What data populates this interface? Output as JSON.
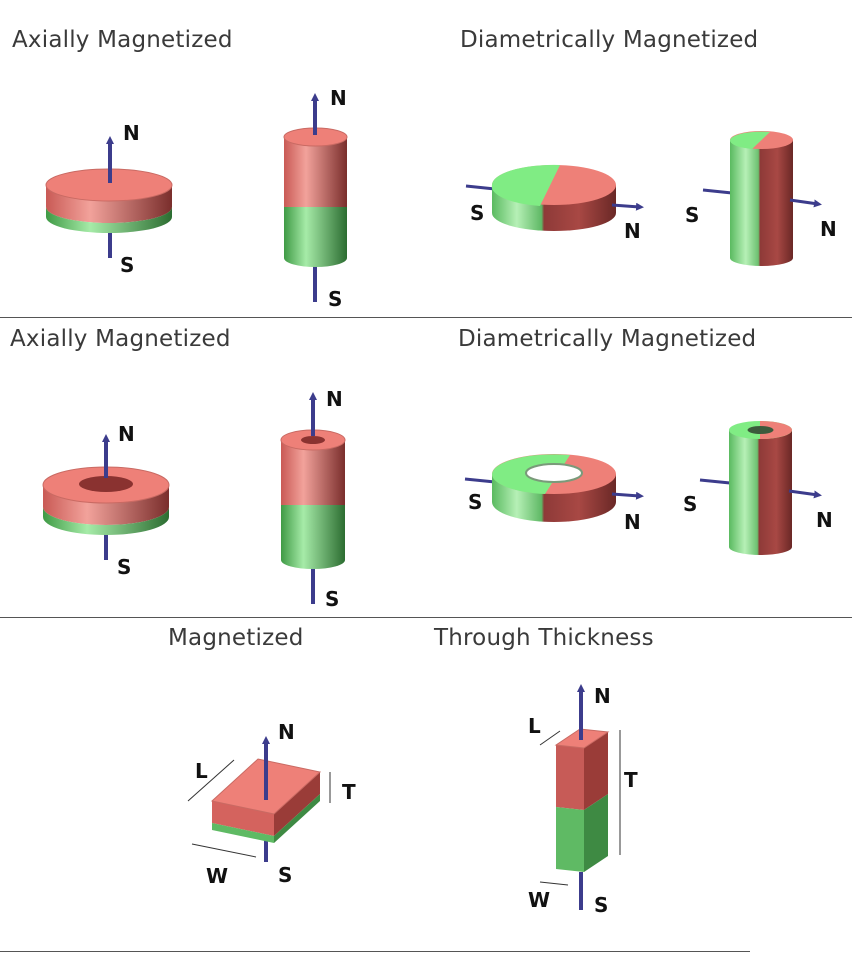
{
  "sections": [
    {
      "left_title": "Axially Magnetized",
      "right_title": "Diametrically Magnetized"
    },
    {
      "left_title": "Axially Magnetized",
      "right_title": "Diametrically Magnetized"
    },
    {
      "left_title": "Magnetized",
      "right_title": "Through Thickness"
    }
  ],
  "pole_labels": {
    "north": "N",
    "south": "S"
  },
  "dimension_labels": {
    "length": "L",
    "width": "W",
    "thickness": "T"
  },
  "colors": {
    "north_red": "#e8776f",
    "south_green": "#62c26a",
    "arrow": "#3c3c8c",
    "divider": "#555555",
    "title_text": "#3a3a3a"
  }
}
